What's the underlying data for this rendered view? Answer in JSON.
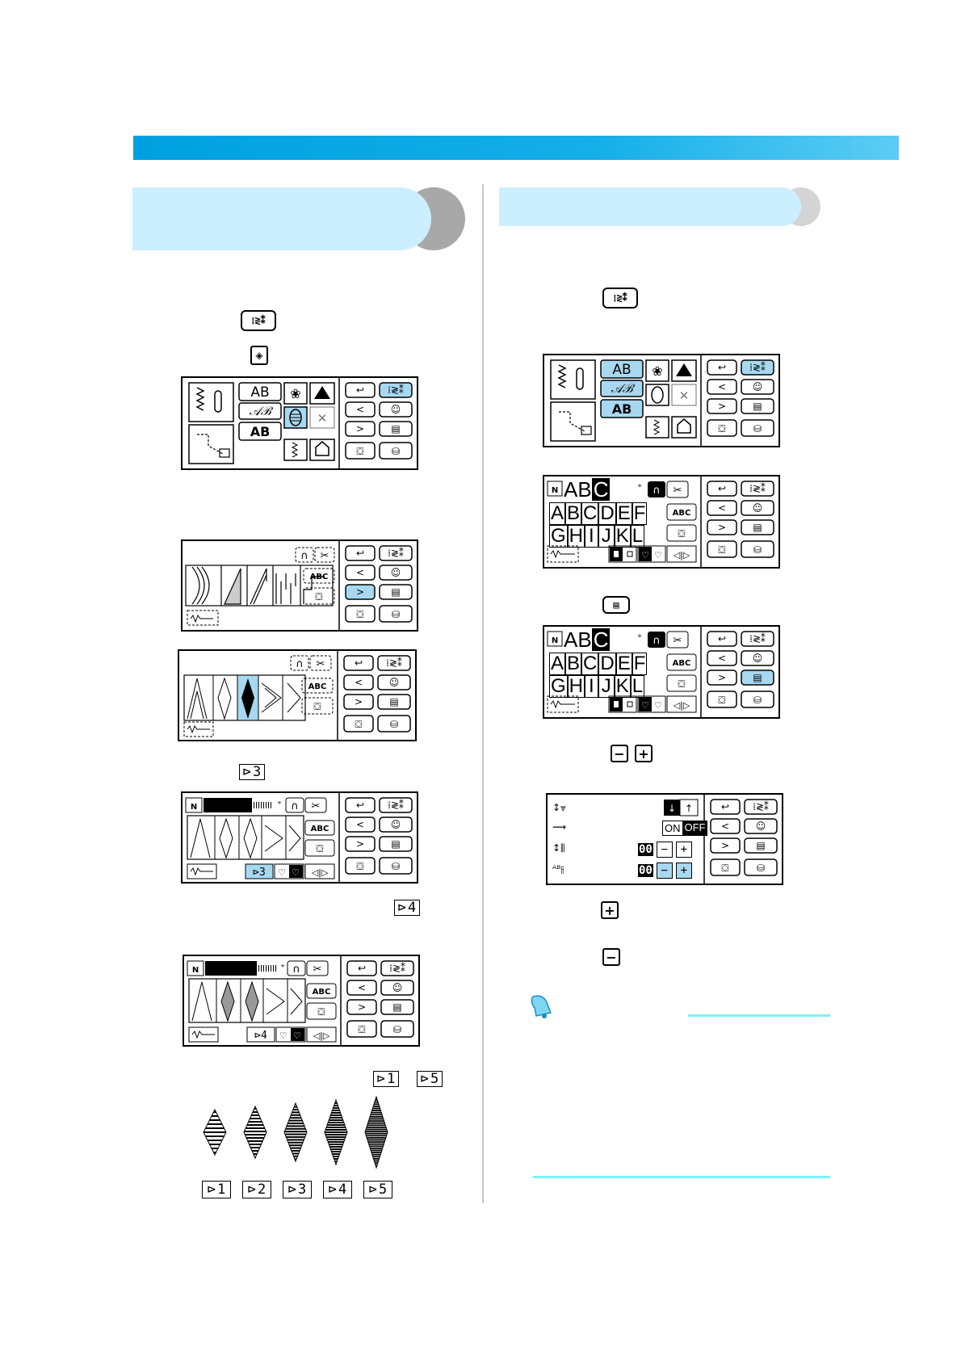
{
  "colors": {
    "banner": "#00a0e0",
    "section_light": "#ccefff",
    "highlight": "#a7d8f0",
    "memo_line": "#7ff0f8"
  },
  "icons": {
    "pattern_select_key": "pattern-selection-icon",
    "satin_key": "satin-stitch-icon",
    "print_key": "print-icon",
    "minus_key": "minus-icon",
    "plus_key": "plus-icon",
    "memo": "bell-memo-icon"
  },
  "density_labels": {
    "step3": "3",
    "step4": "4",
    "step1": "1",
    "step5": "5",
    "sequence": [
      "1",
      "2",
      "3",
      "4",
      "5"
    ]
  },
  "screens": {
    "alpha": {
      "letters_top": [
        "A",
        "B",
        "C"
      ],
      "letters_row1": [
        "A",
        "B",
        "C",
        "D",
        "E",
        "F"
      ],
      "letters_row2": [
        "G",
        "H",
        "I",
        "J",
        "K",
        "L"
      ],
      "abc_key": "ABC"
    },
    "settings": {
      "on_label": "ON",
      "off_label": "OFF",
      "value_a": "00",
      "value_b": "00",
      "minus": "−",
      "plus": "+"
    }
  }
}
